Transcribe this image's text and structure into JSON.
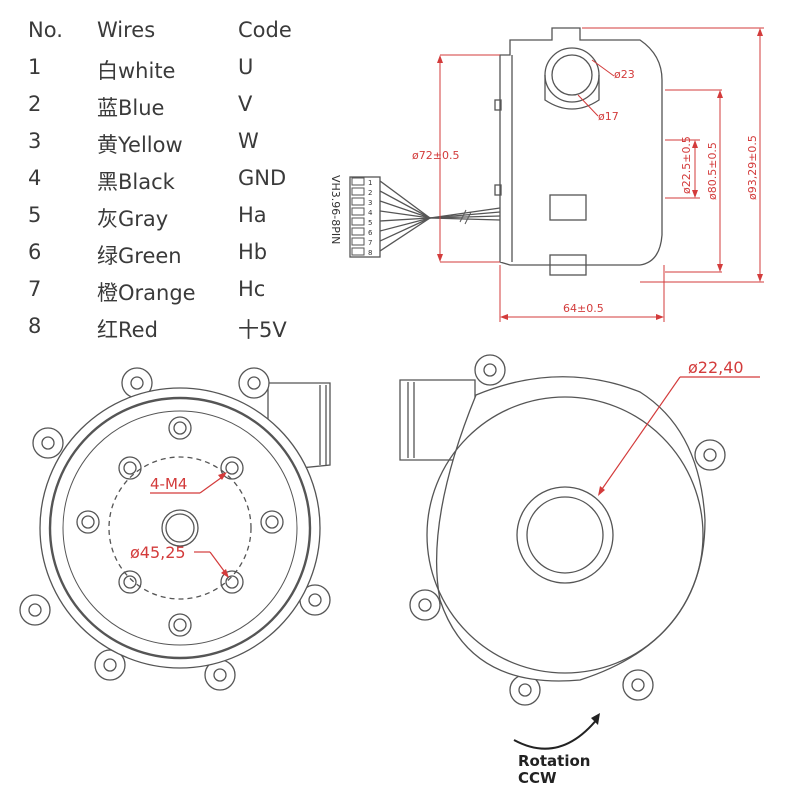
{
  "wire_table": {
    "headers": [
      "No.",
      "Wires",
      "Code"
    ],
    "rows": [
      {
        "no": "1",
        "wire": "白white",
        "code": "U"
      },
      {
        "no": "2",
        "wire": "蓝Blue",
        "code": "V"
      },
      {
        "no": "3",
        "wire": "黄Yellow",
        "code": "W"
      },
      {
        "no": "4",
        "wire": "黑Black",
        "code": "GND"
      },
      {
        "no": "5",
        "wire": "灰Gray",
        "code": "Ha"
      },
      {
        "no": "6",
        "wire": "绿Green",
        "code": "Hb"
      },
      {
        "no": "7",
        "wire": "橙Orange",
        "code": "Hc"
      },
      {
        "no": "8",
        "wire": "红Red",
        "code": "十5V"
      }
    ]
  },
  "side_view": {
    "connector_label": "VH3.96-8PIN",
    "pins": [
      "1",
      "2",
      "3",
      "4",
      "5",
      "6",
      "7",
      "8"
    ],
    "dim_outlet_outer": "ø23",
    "dim_outlet_inner": "ø17",
    "dim_body_diameter": "ø72±0.5",
    "dim_hub": "ø22.5±0.5",
    "dim_mid": "ø80.5±0.5",
    "dim_overall": "ø93,29±0.5",
    "dim_length": "64±0.5"
  },
  "front_view": {
    "label_thread": "4-M4",
    "label_bolt_circle": "ø45,25"
  },
  "back_view": {
    "label_inlet": "ø22,40",
    "rotation_line1": "Rotation",
    "rotation_line2": "CCW"
  },
  "colors": {
    "dimension": "#d33b3b",
    "outline": "#555555",
    "text": "#3a3a3a"
  }
}
